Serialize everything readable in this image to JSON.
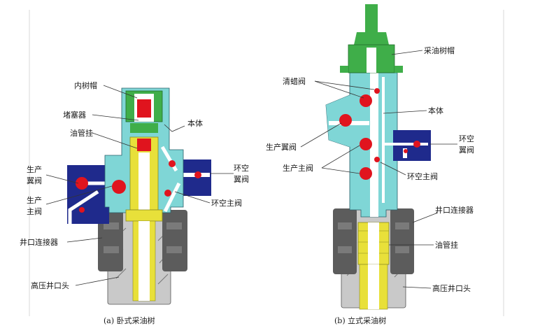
{
  "figure_a": {
    "caption": "(a) 卧式采油树",
    "labels": {
      "inner_cap": "内树帽",
      "plug": "堵塞器",
      "tubing_hanger": "油管挂",
      "body": "本体",
      "prod_wing_valve": [
        "生产",
        "翼阀"
      ],
      "prod_master_valve": [
        "生产",
        "主阀"
      ],
      "annulus_wing_valve": [
        "环空",
        "翼阀"
      ],
      "annulus_master_valve": "环空主阀",
      "wellhead_connector": "井口连接器",
      "hp_wellhead": "高压井口头"
    }
  },
  "figure_b": {
    "caption": "(b) 立式采油树",
    "labels": {
      "tree_cap": "采油树帽",
      "swab_valve": "清蜡阀",
      "body": "本体",
      "prod_wing_valve": "生产翼阀",
      "annulus_wing_valve": [
        "环空",
        "翼阀"
      ],
      "prod_master_valve": "生产主阀",
      "annulus_master_valve": "环空主阀",
      "wellhead_connector": "井口连接器",
      "tubing_hanger": "油管挂",
      "hp_wellhead": "高压井口头"
    }
  },
  "colors": {
    "body": "#7fd6d6",
    "valve": "#e0141e",
    "wing_block": "#1f2a8c",
    "cap": "#3fae49",
    "hanger": "#e8e03a",
    "connector": "#5a5a5a",
    "wellhead": "#c8c8c8",
    "bore": "#ffffff"
  }
}
